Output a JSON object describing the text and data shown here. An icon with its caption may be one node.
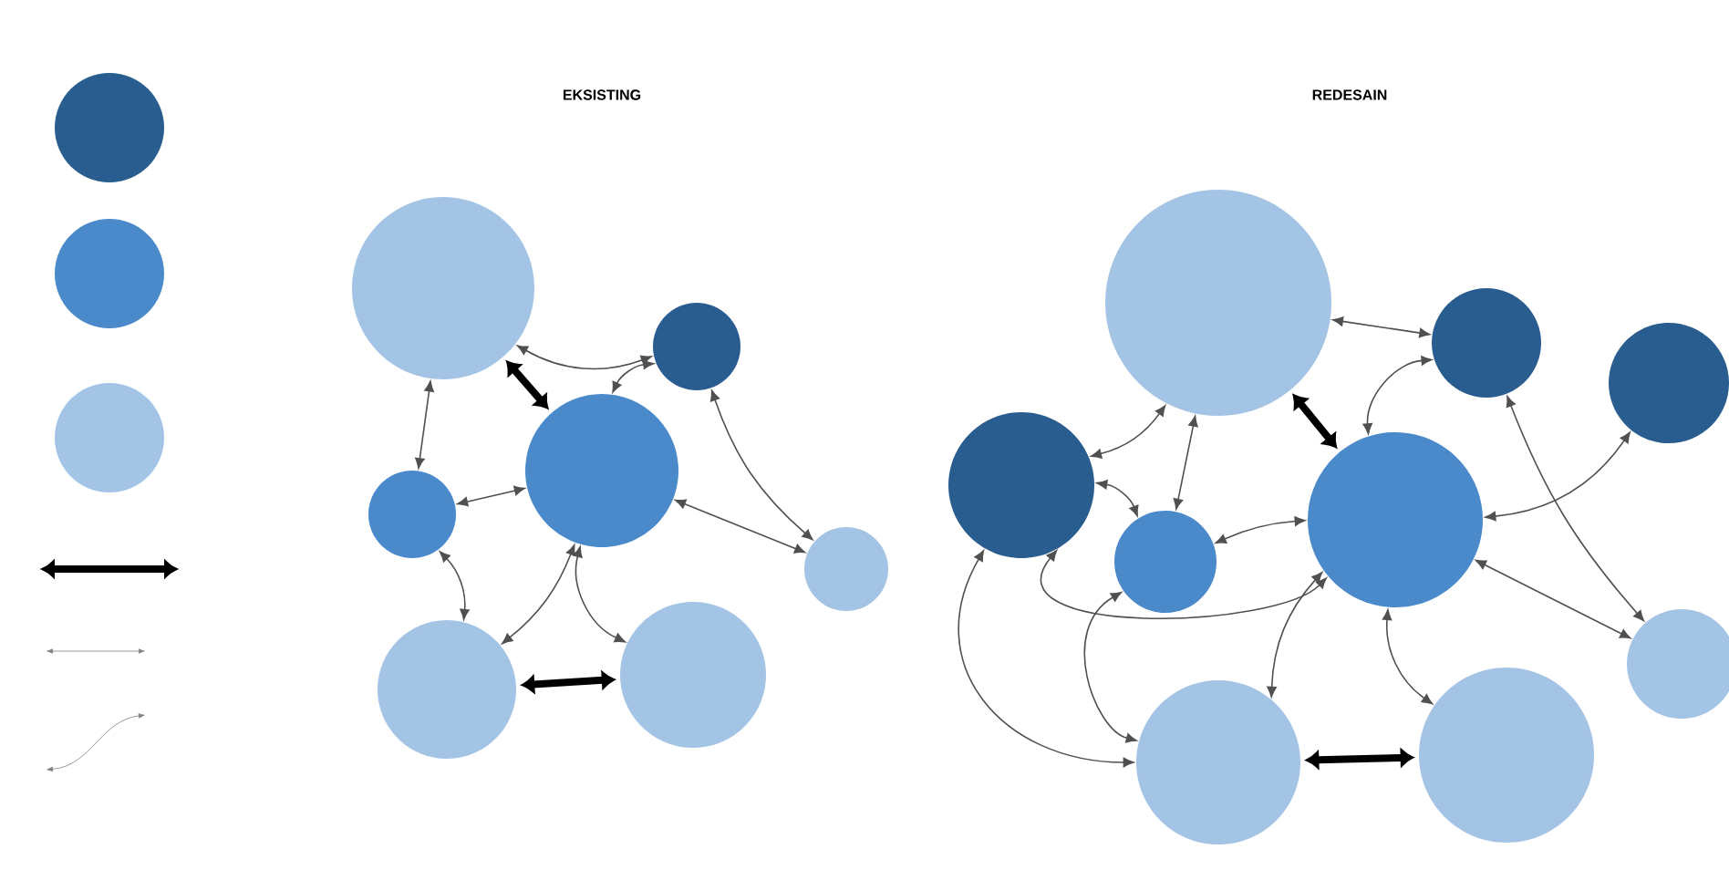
{
  "diagram": {
    "nodes": [
      {
        "text": [],
        "shape": "circle"
      },
      {
        "text": [],
        "shape": "circle"
      },
      {
        "text": [],
        "shape": "circle"
      },
      {
        "text": [],
        "shape": "circle"
      },
      {
        "text": [],
        "shape": "circle"
      },
      {
        "text": [],
        "shape": "circle"
      },
      {
        "text": [],
        "shape": "circle"
      },
      {
        "text": [],
        "shape": "circle"
      },
      {
        "text": [],
        "shape": "circle"
      },
      {
        "text": [],
        "shape": "circle"
      },
      {
        "text": [],
        "shape": "circle"
      },
      {
        "text": [],
        "shape": "circle"
      },
      {
        "text": [],
        "shape": "circle"
      },
      {
        "text": [],
        "shape": "circle"
      },
      {
        "text": [],
        "shape": "circle"
      },
      {
        "text": [],
        "shape": "circle"
      },
      {
        "text": [],
        "shape": "circle"
      },
      {
        "text": [],
        "shape": "circle"
      },
      {
        "text": [],
        "shape": "circle"
      }
    ],
    "edges": [
      {
        "from": 0,
        "to": 1,
        "arrow": "both"
      },
      {
        "from": 0,
        "to": 3,
        "arrow": "both"
      },
      {
        "from": 2,
        "to": 0,
        "arrow": "both",
        "style": "thick",
        "color": "#000000"
      },
      {
        "from": 3,
        "to": 2,
        "arrow": "both"
      },
      {
        "from": 3,
        "to": 5,
        "arrow": "both"
      },
      {
        "from": 1,
        "to": 2,
        "arrow": "both"
      },
      {
        "from": 1,
        "to": 4,
        "arrow": "both"
      },
      {
        "from": 2,
        "to": 4,
        "arrow": "both"
      },
      {
        "from": 2,
        "to": 6,
        "arrow": "both"
      },
      {
        "from": 2,
        "to": 5,
        "arrow": "both"
      },
      {
        "from": 5,
        "to": 6,
        "arrow": "both",
        "style": "thick",
        "color": "#000000"
      },
      {
        "from": 7,
        "to": 8,
        "arrow": "both"
      },
      {
        "from": 7,
        "to": 10,
        "arrow": "both"
      },
      {
        "from": 7,
        "to": 11,
        "arrow": "both"
      },
      {
        "from": 7,
        "to": 12,
        "arrow": "both",
        "style": "thick",
        "color": "#000000"
      },
      {
        "from": 8,
        "to": 12,
        "arrow": "both"
      },
      {
        "from": 8,
        "to": 13,
        "arrow": "both"
      },
      {
        "from": 9,
        "to": 12,
        "arrow": "both"
      },
      {
        "from": 10,
        "to": 11,
        "arrow": "both"
      },
      {
        "from": 10,
        "to": 12,
        "arrow": "both"
      },
      {
        "from": 10,
        "to": 14,
        "arrow": "both"
      },
      {
        "from": 11,
        "to": 12,
        "arrow": "both"
      },
      {
        "from": 11,
        "to": 14,
        "arrow": "both"
      },
      {
        "from": 12,
        "to": 13,
        "arrow": "both"
      },
      {
        "from": 12,
        "to": 14,
        "arrow": "both"
      },
      {
        "from": 12,
        "to": 15,
        "arrow": "both"
      },
      {
        "from": 14,
        "to": 15,
        "arrow": "both",
        "style": "thick",
        "color": "#000000"
      }
    ],
    "labels": [
      "EKSISTING",
      "REDESAIN"
    ]
  }
}
